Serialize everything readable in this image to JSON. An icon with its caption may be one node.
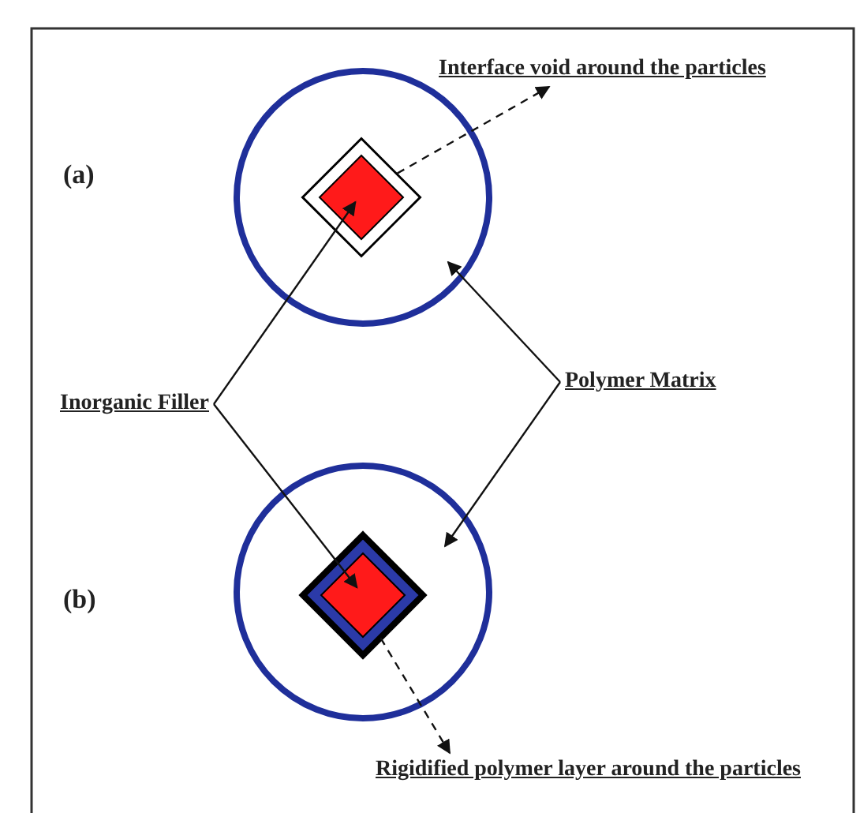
{
  "diagram": {
    "nodes": [
      {
        "text": [
          "Interface void around the particles"
        ]
      },
      {
        "text": [
          "Inorganic Filler"
        ]
      },
      {
        "text": [
          "Polymer Matrix"
        ]
      },
      {
        "text": [
          "Rigidified polymer layer around the particles"
        ]
      },
      {
        "text": [],
        "shape": "circle"
      },
      {
        "text": [],
        "shape": "diamond",
        "in": 4
      },
      {
        "text": [],
        "shape": "diamond",
        "in": 5
      },
      {
        "text": [],
        "shape": "circle"
      },
      {
        "text": [],
        "shape": "diamond",
        "in": 7
      },
      {
        "text": [],
        "shape": "diamond",
        "in": 8
      }
    ],
    "edges": [
      {
        "from": 5,
        "to": 0,
        "arrow": "to",
        "style": "dashed"
      },
      {
        "from": 1,
        "to": 6,
        "arrow": "to"
      },
      {
        "from": 1,
        "to": 9,
        "arrow": "to"
      },
      {
        "from": 2,
        "to": 4,
        "arrow": "to"
      },
      {
        "from": 2,
        "to": 7,
        "arrow": "to"
      },
      {
        "from": 8,
        "to": 3,
        "arrow": "to",
        "style": "dashed"
      }
    ],
    "labels": [
      "(a)",
      "(b)"
    ]
  }
}
